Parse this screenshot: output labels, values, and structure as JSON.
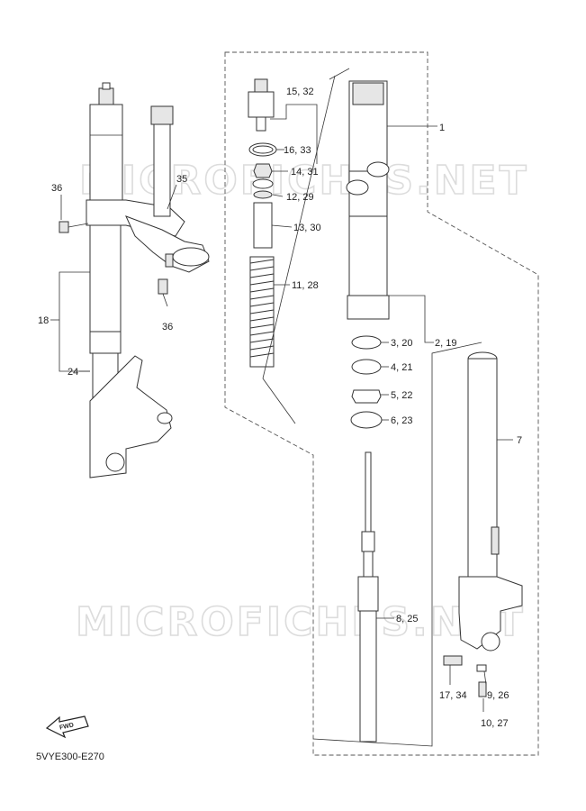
{
  "watermark": "MICROFICHES.NET",
  "diagram_code": "5VYE300-E270",
  "fwd_label": "FWD",
  "callouts": {
    "c1": "1",
    "c2_19": "2, 19",
    "c3_20": "3, 20",
    "c4_21": "4, 21",
    "c5_22": "5, 22",
    "c6_23": "6, 23",
    "c7": "7",
    "c8_25": "8, 25",
    "c9_26": "9, 26",
    "c10_27": "10, 27",
    "c11_28": "11, 28",
    "c12_29": "12, 29",
    "c13_30": "13, 30",
    "c14_31": "14, 31",
    "c15_32": "15, 32",
    "c16_33": "16, 33",
    "c17_34": "17, 34",
    "c18": "18",
    "c24": "24",
    "c35": "35",
    "c36a": "36",
    "c36b": "36"
  }
}
